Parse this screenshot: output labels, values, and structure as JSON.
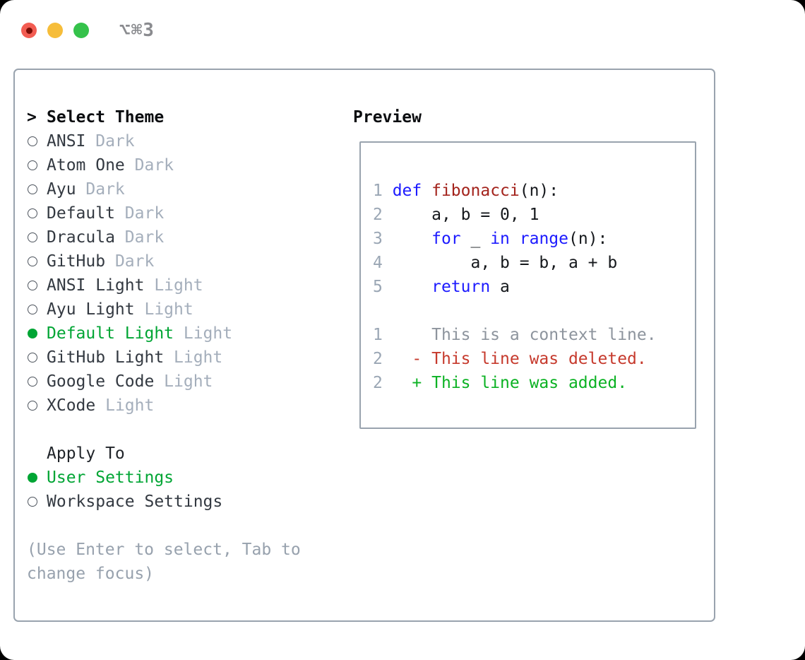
{
  "window": {
    "title": "⌥⌘3"
  },
  "colors": {
    "accent_green": "#00a534",
    "added_green": "#0bb223",
    "deleted_red": "#c63a2d",
    "keyword_blue": "#1c1aff",
    "function_red": "#a3231c",
    "muted_gray": "#a4aebb",
    "border_gray": "#99a3ae",
    "traffic_red": "#f25c52",
    "traffic_yellow": "#f6bd3a",
    "traffic_green": "#35c24b"
  },
  "theme_selector": {
    "prompt": ">",
    "header": "Select Theme",
    "themes": [
      {
        "name": "ANSI",
        "variant": "Dark",
        "selected": false
      },
      {
        "name": "Atom One",
        "variant": "Dark",
        "selected": false
      },
      {
        "name": "Ayu",
        "variant": "Dark",
        "selected": false
      },
      {
        "name": "Default",
        "variant": "Dark",
        "selected": false
      },
      {
        "name": "Dracula",
        "variant": "Dark",
        "selected": false
      },
      {
        "name": "GitHub",
        "variant": "Dark",
        "selected": false
      },
      {
        "name": "ANSI Light",
        "variant": "Light",
        "selected": false
      },
      {
        "name": "Ayu Light",
        "variant": "Light",
        "selected": false
      },
      {
        "name": "Default Light",
        "variant": "Light",
        "selected": true
      },
      {
        "name": "GitHub Light",
        "variant": "Light",
        "selected": false
      },
      {
        "name": "Google Code",
        "variant": "Light",
        "selected": false
      },
      {
        "name": "XCode",
        "variant": "Light",
        "selected": false
      }
    ]
  },
  "apply_to": {
    "header": "Apply To",
    "options": [
      {
        "label": "User Settings",
        "selected": true
      },
      {
        "label": "Workspace Settings",
        "selected": false
      }
    ]
  },
  "hint": {
    "line1": "(Use Enter to select, Tab to",
    "line2": "change focus)"
  },
  "preview": {
    "header": "Preview",
    "lines": [
      {
        "num": "1",
        "t0": "def",
        "t1": " ",
        "t2": "fibonacci",
        "t3": "(n):"
      },
      {
        "num": "2",
        "t0": "    a, b = 0, 1"
      },
      {
        "num": "3",
        "t0": "    ",
        "t1": "for",
        "t2": " _ ",
        "t3": "in",
        "t4": " ",
        "t5": "range",
        "t6": "(n):"
      },
      {
        "num": "4",
        "t0": "        a, b = b, a + b"
      },
      {
        "num": "5",
        "t0": "    ",
        "t1": "return",
        "t2": " a"
      },
      {
        "num": "1",
        "t0": "    This is a context line."
      },
      {
        "num": "2",
        "t0": "  - This line was deleted."
      },
      {
        "num": "2",
        "t0": "  + This line was added."
      }
    ]
  }
}
